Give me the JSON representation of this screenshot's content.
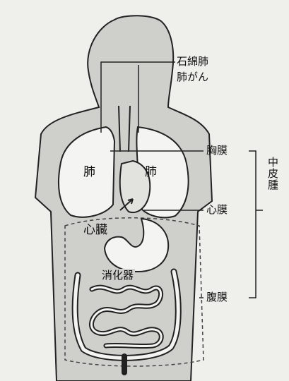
{
  "labels": {
    "asbestos_lung": "石綿肺",
    "lung_cancer": "肺がん",
    "pleura": "胸膜",
    "pericardium": "心膜",
    "peritoneum": "腹膜",
    "mesothelium": "中皮腫",
    "lung_left": "肺",
    "lung_right": "肺",
    "heart": "心臓",
    "digestive": "消化器"
  },
  "colors": {
    "background": "#efefeb",
    "body_fill": "#cfcfcb",
    "organ_fill": "#f4f4f2",
    "stroke": "#222222"
  }
}
